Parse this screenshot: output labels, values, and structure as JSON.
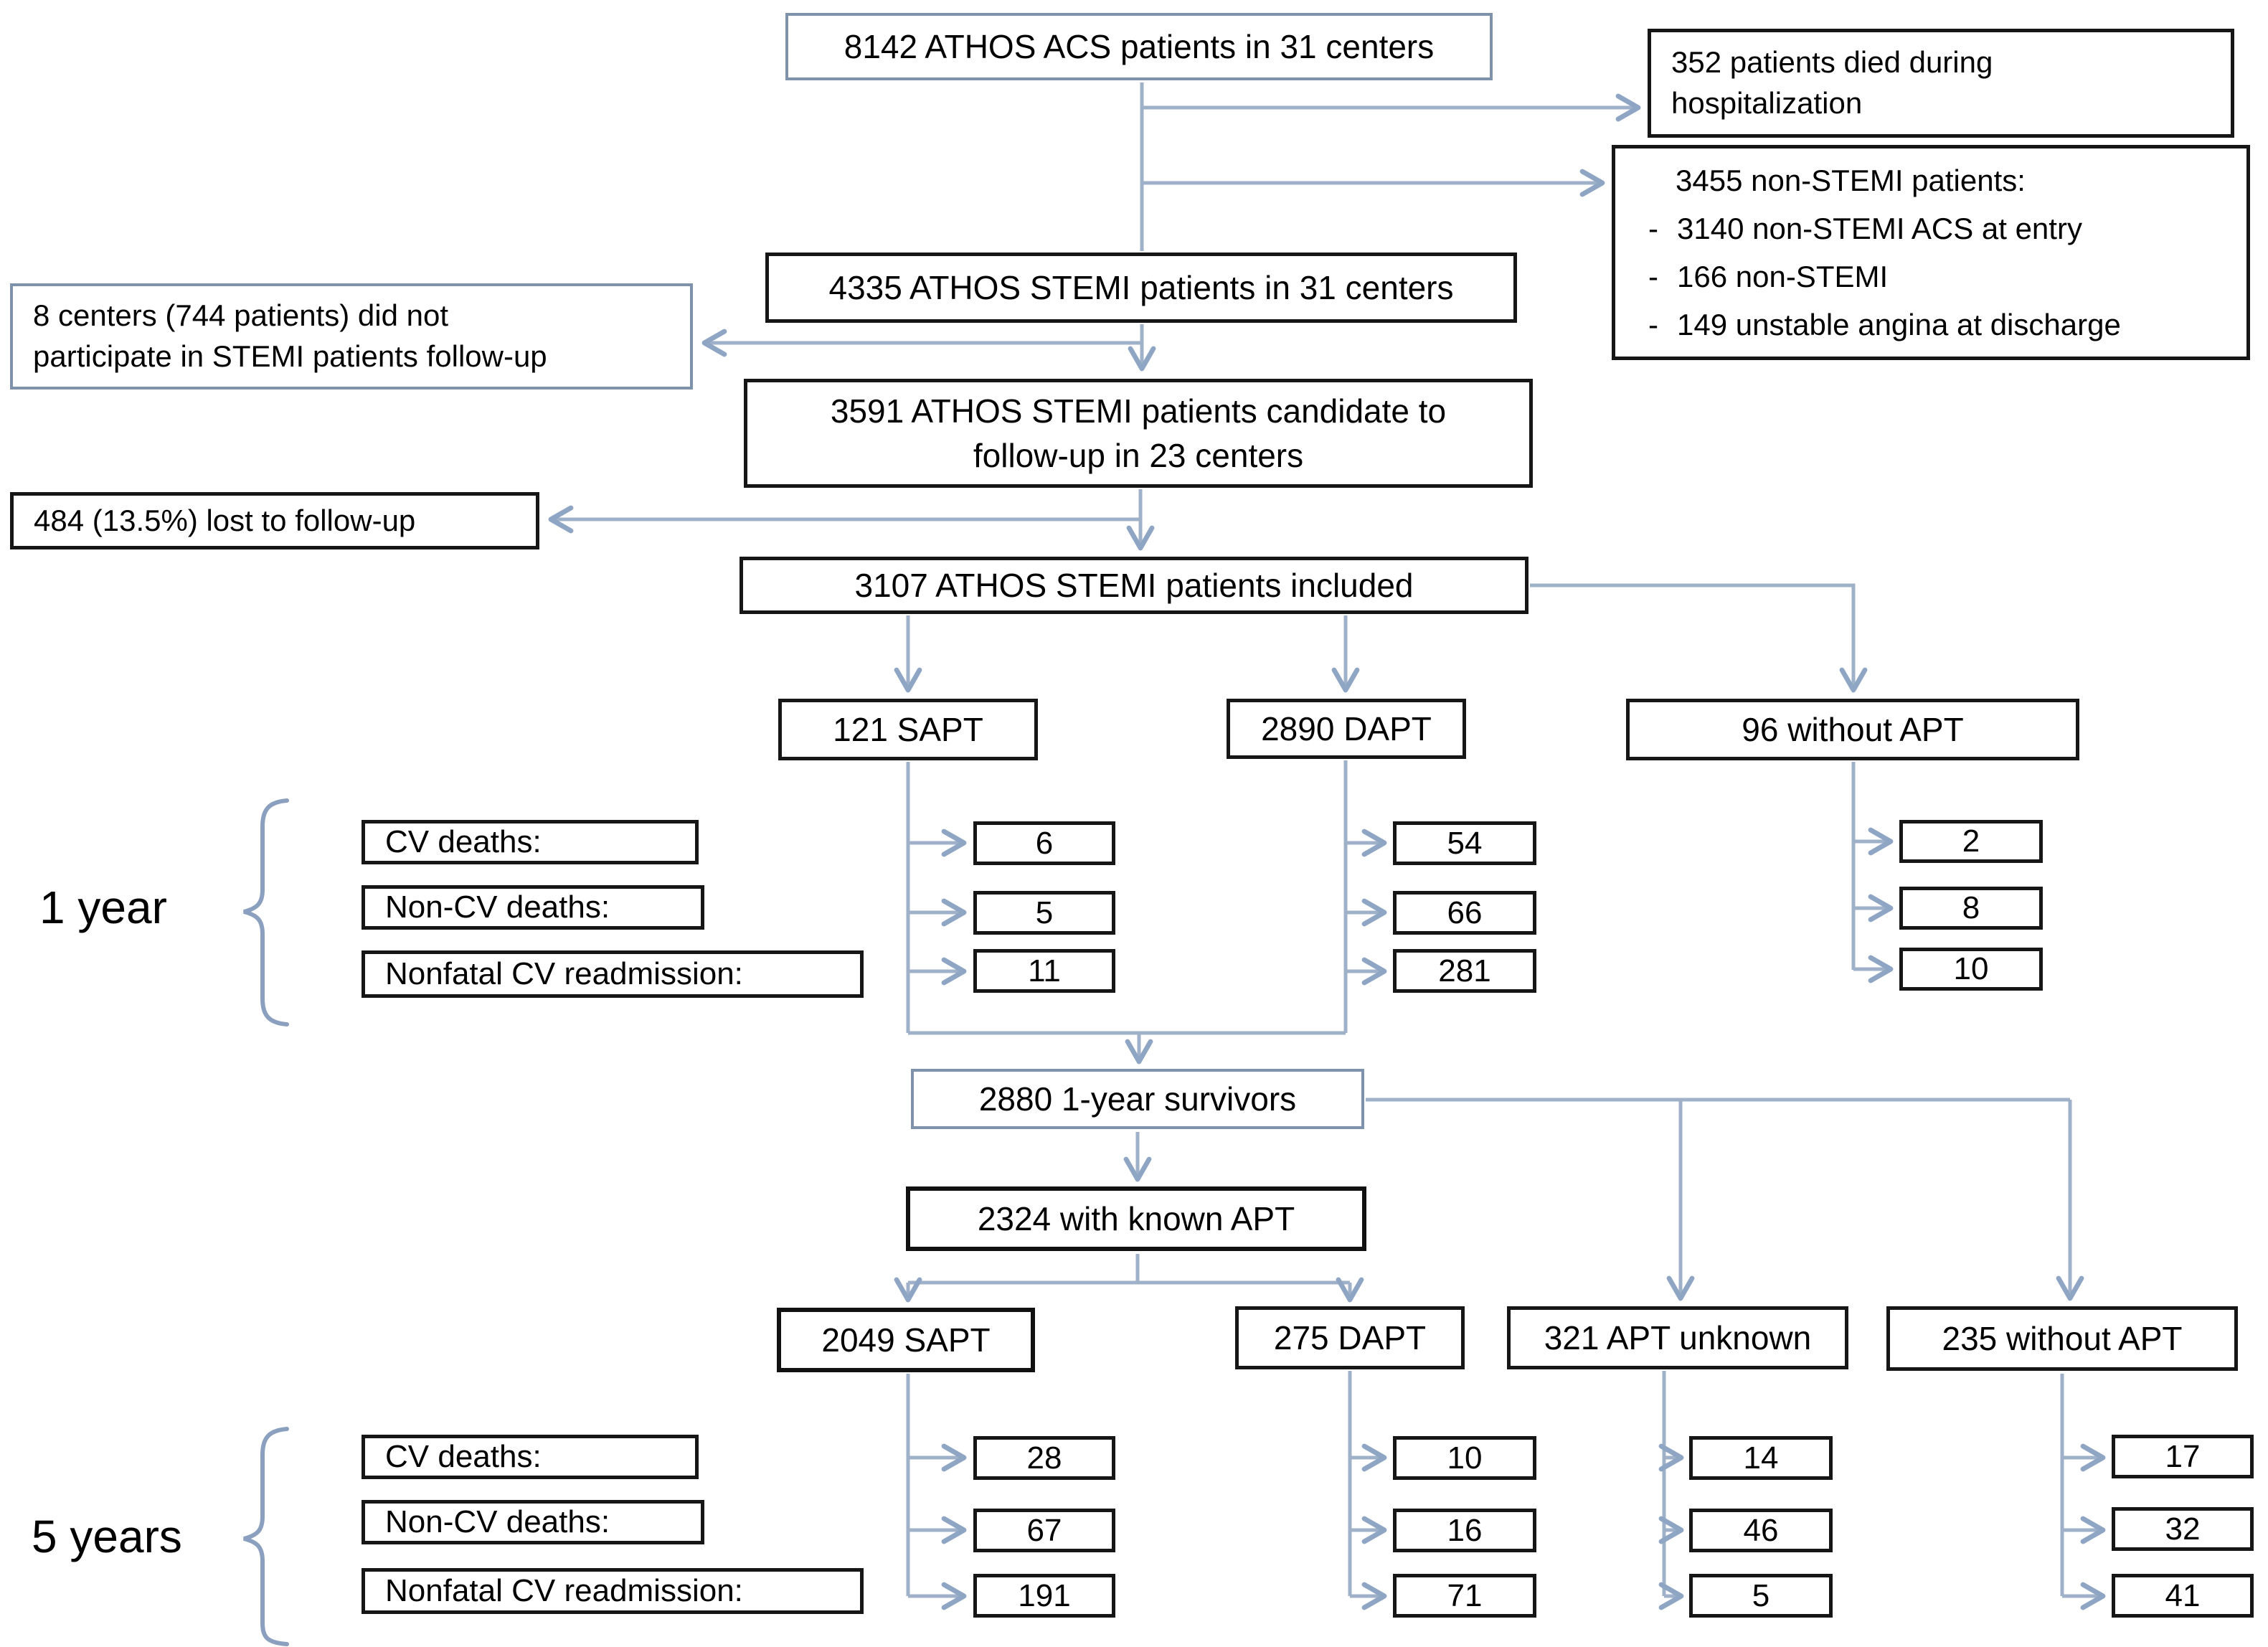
{
  "bullet": "-",
  "boxes": {
    "acs_total": "8142 ATHOS ACS patients in 31 centers",
    "died_line1": "352 patients died during",
    "died_line2": "hospitalization",
    "non_stemi_title": "3455 non-STEMI patients:",
    "non_stemi_items": [
      "3140 non-STEMI ACS at entry",
      "166 non-STEMI",
      "149 unstable angina at discharge"
    ],
    "stemi_total": "4335 ATHOS STEMI patients in 31 centers",
    "no_participate_line1": "8 centers (744 patients) did not",
    "no_participate_line2": "participate in STEMI patients follow-up",
    "candidate_line1": "3591 ATHOS STEMI patients candidate to",
    "candidate_line2": "follow-up in 23 centers",
    "lost_followup": "484 (13.5%) lost to follow-up",
    "included": "3107 ATHOS STEMI patients included",
    "sapt_1y": "121 SAPT",
    "dapt_1y": "2890 DAPT",
    "without_apt_1y": "96 without APT",
    "survivors": "2880 1-year survivors",
    "known_apt": "2324 with known APT",
    "sapt_5y": "2049 SAPT",
    "dapt_5y": "275 DAPT",
    "apt_unknown_5y": "321 APT unknown",
    "without_apt_5y": "235 without APT"
  },
  "one_year": {
    "label": "1 year",
    "outcomes": [
      "CV deaths:",
      "Non-CV deaths:",
      "Nonfatal CV readmission:"
    ],
    "sapt": [
      "6",
      "5",
      "11"
    ],
    "dapt": [
      "54",
      "66",
      "281"
    ],
    "without_apt": [
      "2",
      "8",
      "10"
    ]
  },
  "five_years": {
    "label": "5 years",
    "outcomes": [
      "CV deaths:",
      "Non-CV deaths:",
      "Nonfatal CV readmission:"
    ],
    "sapt": [
      "28",
      "67",
      "191"
    ],
    "dapt": [
      "10",
      "16",
      "71"
    ],
    "apt_unknown": [
      "14",
      "46",
      "5"
    ],
    "without_apt": [
      "17",
      "32",
      "41"
    ]
  },
  "colors": {
    "connector": "#9fb1c8",
    "brace": "#8ba0bf",
    "border_dark": "#161616",
    "border_blue": "#7e92ac"
  }
}
